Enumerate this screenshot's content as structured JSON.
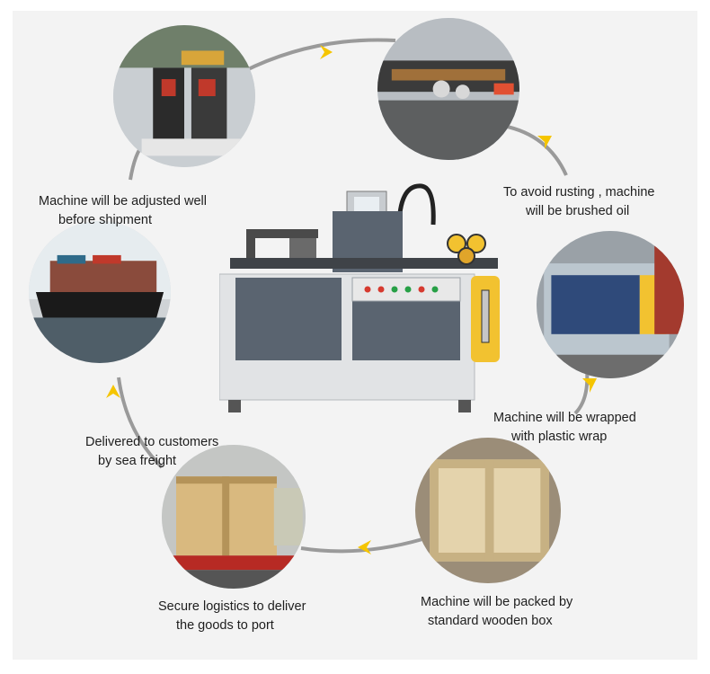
{
  "steps": [
    {
      "name": "adjusted",
      "line1": "Machine will be adjusted well",
      "line2": "before shipment"
    },
    {
      "name": "oil",
      "line1": "To avoid rusting , machine",
      "line2": "will be brushed oil"
    },
    {
      "name": "wrap",
      "line1": "Machine will be wrapped",
      "line2": "with plastic wrap"
    },
    {
      "name": "box",
      "line1": "Machine will be packed by",
      "line2": "standard wooden box"
    },
    {
      "name": "logistics",
      "line1": "Secure logistics to deliver",
      "line2": "the goods to port"
    },
    {
      "name": "sea",
      "line1": "Delivered to customers",
      "line2": "by sea freight"
    }
  ],
  "colors": {
    "arrow": "#f5c500",
    "connector": "#9a9a9a",
    "panel": "#f3f3f3",
    "machine_body": "#5a6470",
    "machine_accent": "#f2c230"
  },
  "icons": [
    "arrow-right-icon",
    "arrow-down-icon",
    "arrow-left-icon",
    "arrow-up-icon"
  ]
}
